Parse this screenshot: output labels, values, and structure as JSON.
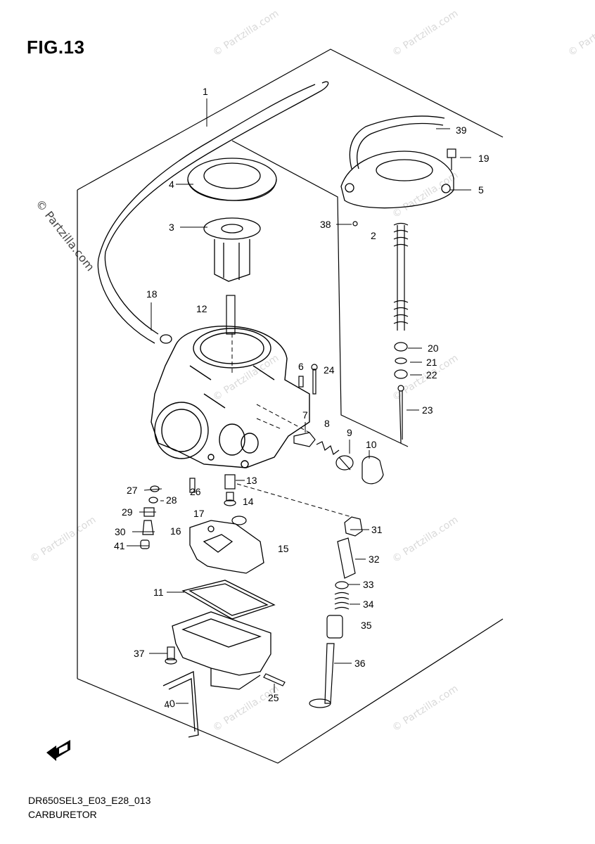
{
  "figure_title": "FIG.13",
  "footer": {
    "code": "DR650SEL3_E03_E28_013",
    "name": "CARBURETOR"
  },
  "watermark": {
    "text": "© Partzilla.com",
    "text_short": "© Partzilla.com"
  },
  "callouts": [
    "1",
    "2",
    "3",
    "4",
    "5",
    "6",
    "7",
    "8",
    "9",
    "10",
    "11",
    "12",
    "13",
    "14",
    "15",
    "16",
    "17",
    "18",
    "19",
    "20",
    "21",
    "22",
    "23",
    "24",
    "25",
    "26",
    "27",
    "28",
    "29",
    "30",
    "31",
    "32",
    "33",
    "34",
    "35",
    "36",
    "37",
    "38",
    "39",
    "40",
    "41"
  ],
  "icons": {
    "front_arrow": "front-direction-arrow-icon"
  }
}
